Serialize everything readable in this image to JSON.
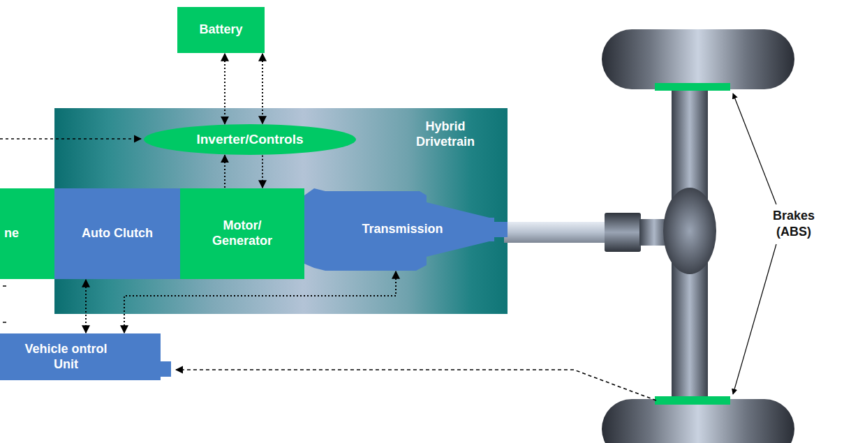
{
  "diagram": {
    "nodes": [
      {
        "text": [
          "Battery"
        ]
      },
      {
        "text": [
          "Hybrid Drivetrain"
        ]
      },
      {
        "text": [
          "Inverter/Controls"
        ],
        "in": 1
      },
      {
        "text": [
          "ne"
        ]
      },
      {
        "text": [
          "Auto Clutch"
        ],
        "in": 1
      },
      {
        "text": [
          "Motor/ Generator"
        ],
        "in": 1
      },
      {
        "text": [
          "Transmission"
        ],
        "in": 1
      },
      {
        "text": [
          "Vehicle ontrol Unit"
        ]
      }
    ],
    "edges": [
      {
        "from": 0,
        "to": 2,
        "arrow": "both"
      },
      {
        "from": 0,
        "to": 2,
        "arrow": "both"
      },
      {
        "from": 5,
        "to": 2,
        "arrow": "to"
      },
      {
        "from": 2,
        "to": 5,
        "arrow": "to"
      },
      {
        "from": 4,
        "to": 7,
        "arrow": "both"
      },
      {
        "from": 7,
        "to": 6,
        "arrow": "both"
      }
    ],
    "labels": [
      "Brakes (ABS)"
    ]
  }
}
